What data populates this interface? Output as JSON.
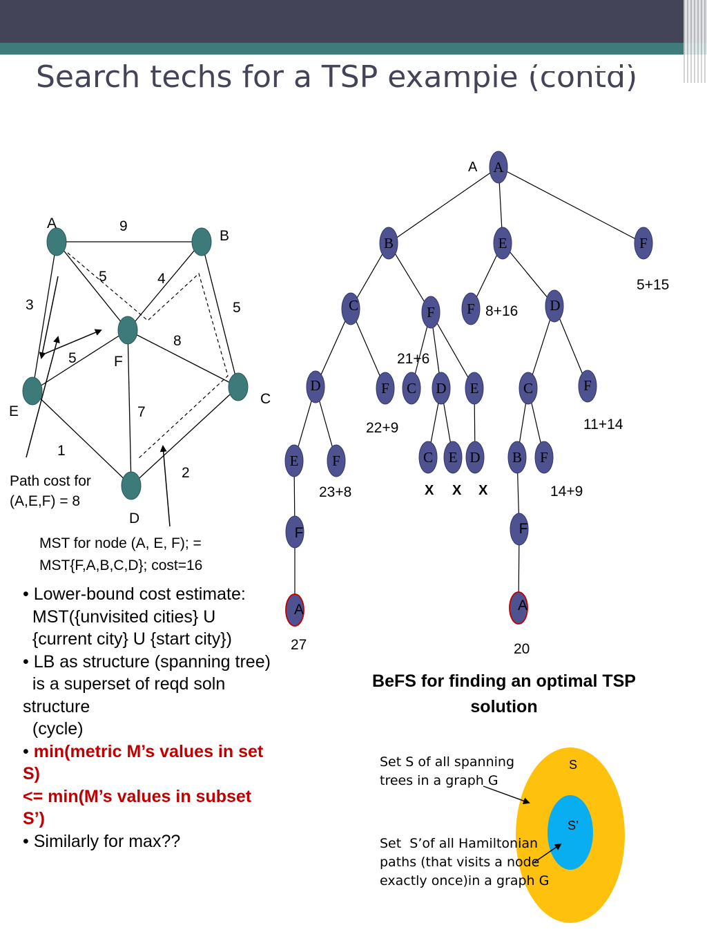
{
  "title": "Search techs for a TSP example (contd)",
  "graph": {
    "nodes": [
      {
        "id": "A",
        "label": "A"
      },
      {
        "id": "B",
        "label": "B"
      },
      {
        "id": "C",
        "label": "C"
      },
      {
        "id": "D",
        "label": "D"
      },
      {
        "id": "E",
        "label": "E"
      },
      {
        "id": "F",
        "label": "F"
      }
    ],
    "edge_weights": {
      "AB": "9",
      "AF": "5",
      "BF": "4",
      "AE": "3",
      "BC": "5",
      "FC": "8",
      "EF": "5",
      "FD": "7",
      "ED": "1",
      "DC": "2"
    },
    "path_cost_note": "Path cost for (A,E,F) = 8",
    "mst_note": "MST for node (A, E, F); = MST{F,A,B,C,D}; cost=16"
  },
  "tree": {
    "nodes": [
      {
        "id": "root",
        "label": "A"
      },
      {
        "id": "n_B",
        "label": "B"
      },
      {
        "id": "n_E",
        "label": "E"
      },
      {
        "id": "n_F1",
        "label": "F"
      },
      {
        "id": "n_C1",
        "label": "C"
      },
      {
        "id": "n_F2",
        "label": "F"
      },
      {
        "id": "n_F3",
        "label": "F"
      },
      {
        "id": "n_D1",
        "label": "D"
      },
      {
        "id": "n_D2",
        "label": "D"
      },
      {
        "id": "n_F4",
        "label": "F"
      },
      {
        "id": "n_C2",
        "label": "C"
      },
      {
        "id": "n_D3",
        "label": "D"
      },
      {
        "id": "n_E2",
        "label": "E"
      },
      {
        "id": "n_C3",
        "label": "C"
      },
      {
        "id": "n_F5",
        "label": "F"
      },
      {
        "id": "n_E3",
        "label": "E"
      },
      {
        "id": "n_F6",
        "label": "F"
      },
      {
        "id": "n_C4",
        "label": "C"
      },
      {
        "id": "n_E4",
        "label": "E"
      },
      {
        "id": "n_D4",
        "label": "D"
      },
      {
        "id": "n_B2",
        "label": "B"
      },
      {
        "id": "n_F7",
        "label": "F"
      },
      {
        "id": "n_F8",
        "label": "F"
      },
      {
        "id": "n_F9",
        "label": "F"
      },
      {
        "id": "n_A1",
        "label": "A"
      },
      {
        "id": "n_A2",
        "label": "A"
      }
    ],
    "root_label": "A",
    "costs": {
      "f_root": "5+15",
      "f_e": "8+16",
      "f_cf": "21+6",
      "f_c1": "22+9",
      "f_d": "11+14",
      "f_d2": "23+8",
      "f_b": "14+9",
      "final_left": "27",
      "final_right": "20"
    },
    "pruned": [
      "X",
      "X",
      "X"
    ]
  },
  "bullets": [
    {
      "bullet": "•",
      "text": " Lower-bound cost estimate:"
    },
    {
      "bullet": "",
      "text": "  MST({unvisited cities} U\n  {current city} U {start city})"
    },
    {
      "bullet": "•",
      "text": " LB as structure (spanning tree)"
    },
    {
      "bullet": "",
      "text": "  is a superset of reqd soln structure\n  (cycle)"
    }
  ],
  "red_bullet": {
    "bullet": "•",
    "text": " min(metric M’s values in set S)\n<= min(M’s values in subset S’)"
  },
  "last_bullet": {
    "bullet": "•",
    "text": " Similarly for max??"
  },
  "caption": "BeFS  for finding an optimal TSP solution",
  "sets": {
    "outer_label": "S",
    "inner_label": "S’",
    "outer_desc": "Set S of all spanning\ntrees in a graph G",
    "inner_desc": "Set  S’of all Hamiltonian\npaths (that visits a node\nexactly once)in a graph G",
    "outer_color": "#fdc10e",
    "inner_color": "#08aeef"
  },
  "colors": {
    "graph_node": "#3d7a7a",
    "tree_node": "#4f5290",
    "title": "#434458"
  }
}
